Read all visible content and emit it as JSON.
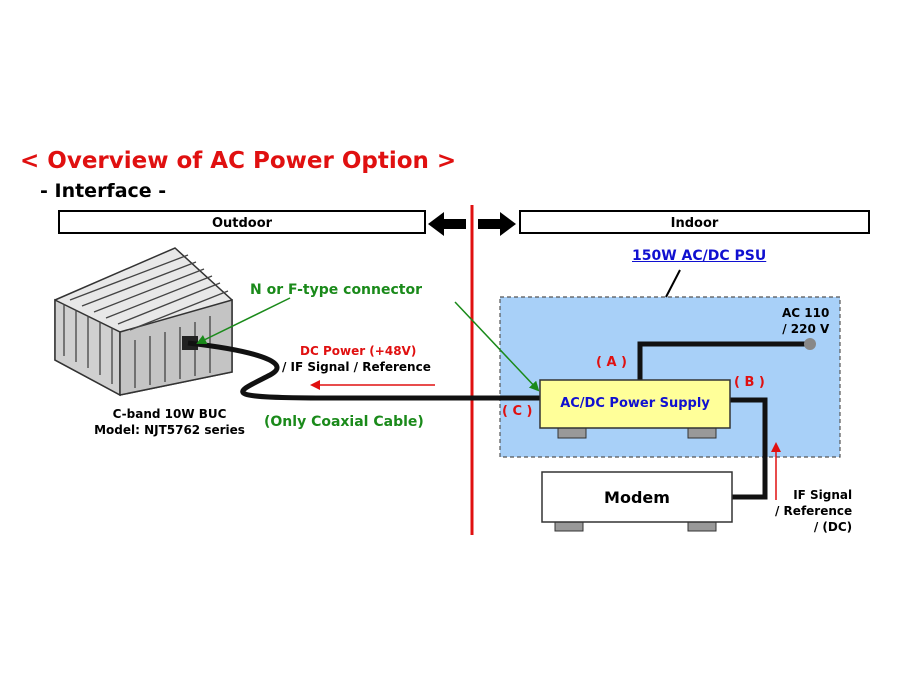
{
  "title": "< Overview of AC Power Option >",
  "subtitle": "- Interface -",
  "zones": {
    "outdoor": "Outdoor",
    "indoor": "Indoor"
  },
  "psu_link": "150W AC/DC PSU",
  "connector_label": "N or F-type connector",
  "ac_input": {
    "line1": "AC 110",
    "line2": "/ 220 V"
  },
  "ports": {
    "a": "( A )",
    "b": "( B )",
    "c": "( C )"
  },
  "dc_power": {
    "line1": "DC Power (+48V)",
    "line2": "/ IF Signal / Reference"
  },
  "cable_note": "(Only Coaxial Cable)",
  "buc": {
    "line1": "C-band 10W BUC",
    "line2": "Model: NJT5762 series"
  },
  "power_supply_label": "AC/DC Power Supply",
  "modem_label": "Modem",
  "if_signal": {
    "line1": "IF Signal",
    "line2": "/ Reference",
    "line3": "/ (DC)"
  },
  "colors": {
    "title": "#e01010",
    "accent_green": "#1a8a1a",
    "link_blue": "#1010d0",
    "divider_red": "#e01010",
    "indoor_bg": "#a8d0f8",
    "psu_box": "#ffff99"
  }
}
